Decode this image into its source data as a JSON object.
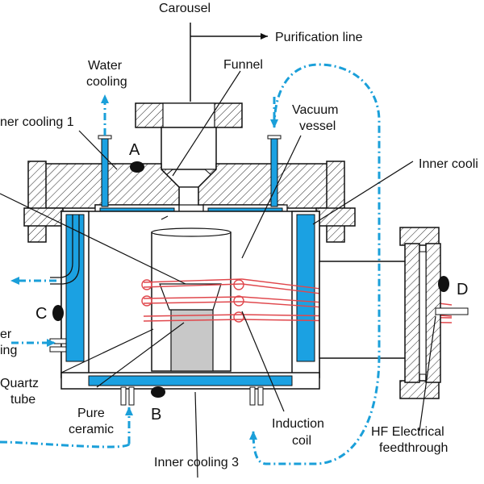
{
  "labels": {
    "carousel": "Carousel",
    "purification_line": "Purification line",
    "water_cooling_1": "Water",
    "water_cooling_2": "cooling",
    "funnel": "Funnel",
    "inner_cooling_1": "ner cooling 1",
    "vacuum_1": "Vacuum",
    "vacuum_2": "vessel",
    "inner_cooling_2": "Inner cooli",
    "point_a": "A",
    "point_b": "B",
    "point_c": "C",
    "point_d": "D",
    "water_left_1": "er",
    "water_left_2": "ing",
    "quartz_1": "Quartz",
    "quartz_2": "tube",
    "pure_1": "Pure",
    "pure_2": "ceramic",
    "induction_1": "Induction",
    "induction_2": "coil",
    "inner_cooling_3": "Inner cooling 3",
    "hf_1": "HF Electrical",
    "hf_2": "feedthrough"
  },
  "colors": {
    "water": "#1ba1e2",
    "water_arrow": "#1a9fd9",
    "coil": "#e0474c",
    "outline": "#111111",
    "ceramic": "#c8c8c8"
  }
}
